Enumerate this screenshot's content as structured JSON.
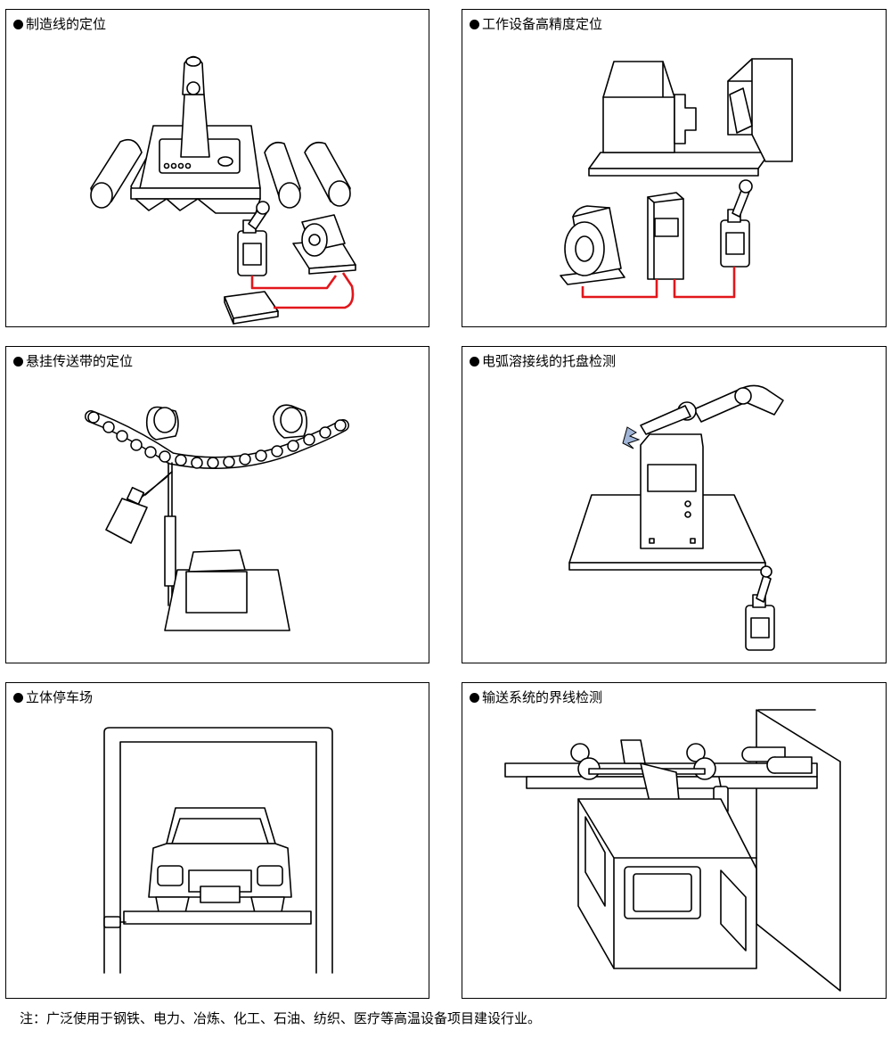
{
  "panels": [
    {
      "title": "制造线的定位"
    },
    {
      "title": "工作设备高精度定位"
    },
    {
      "title": "悬挂传送带的定位"
    },
    {
      "title": "电弧溶接线的托盘检测"
    },
    {
      "title": "立体停车场"
    },
    {
      "title": "输送系统的界线检测"
    }
  ],
  "footnote": "注：广泛使用于钢铁、电力、冶炼、化工、石油、纺织、医疗等高温设备项目建设行业。",
  "colors": {
    "wire": "#e2161b",
    "line": "#000000",
    "spark": "#9fb4d6"
  }
}
